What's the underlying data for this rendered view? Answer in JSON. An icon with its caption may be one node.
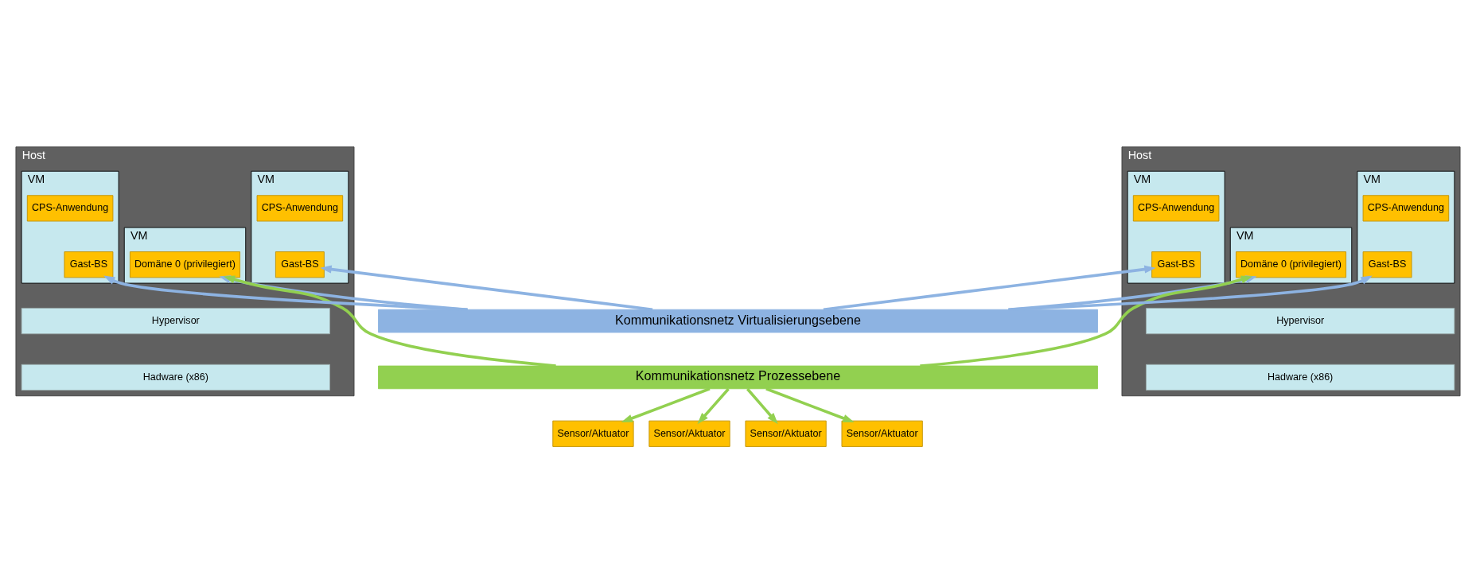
{
  "diagram": {
    "nodes": [
      {
        "text": [
          "Host"
        ]
      },
      {
        "text": [
          "VM"
        ],
        "in": 0
      },
      {
        "text": [
          "Domäne 0 (privilegiert)"
        ],
        "in": 1
      },
      {
        "text": [
          "VM"
        ],
        "in": 0
      },
      {
        "text": [
          "CPS-Anwendung"
        ],
        "in": 3
      },
      {
        "text": [
          "Gast-BS"
        ],
        "in": 3
      },
      {
        "text": [
          "VM"
        ],
        "in": 0
      },
      {
        "text": [
          "CPS-Anwendung"
        ],
        "in": 6
      },
      {
        "text": [
          "Gast-BS"
        ],
        "in": 6
      },
      {
        "text": [
          "Hypervisor"
        ],
        "in": 0
      },
      {
        "text": [
          "Hadware (x86)"
        ],
        "in": 0
      },
      {
        "text": [
          "Host"
        ]
      },
      {
        "text": [
          "VM"
        ],
        "in": 11
      },
      {
        "text": [
          "Domäne 0 (privilegiert)"
        ],
        "in": 12
      },
      {
        "text": [
          "VM"
        ],
        "in": 11
      },
      {
        "text": [
          "CPS-Anwendung"
        ],
        "in": 14
      },
      {
        "text": [
          "Gast-BS"
        ],
        "in": 14
      },
      {
        "text": [
          "VM"
        ],
        "in": 11
      },
      {
        "text": [
          "CPS-Anwendung"
        ],
        "in": 17
      },
      {
        "text": [
          "Gast-BS"
        ],
        "in": 17
      },
      {
        "text": [
          "Hypervisor"
        ],
        "in": 11
      },
      {
        "text": [
          "Hadware (x86)"
        ],
        "in": 11
      },
      {
        "text": [
          "Kommunikationsnetz Virtualisierungsebene"
        ]
      },
      {
        "text": [
          "Kommunikationsnetz Prozessebene"
        ]
      },
      {
        "text": [
          "Sensor/Aktuator"
        ]
      },
      {
        "text": [
          "Sensor/Aktuator"
        ]
      },
      {
        "text": [
          "Sensor/Aktuator"
        ]
      },
      {
        "text": [
          "Sensor/Aktuator"
        ]
      }
    ],
    "edges": [
      {
        "from": 22,
        "to": 2,
        "arrow": "to",
        "color": "#8db3e2"
      },
      {
        "from": 22,
        "to": 5,
        "arrow": "to",
        "color": "#8db3e2"
      },
      {
        "from": 22,
        "to": 8,
        "arrow": "to",
        "color": "#8db3e2"
      },
      {
        "from": 23,
        "to": 2,
        "arrow": "to",
        "color": "#92d050"
      },
      {
        "from": 22,
        "to": 13,
        "arrow": "to",
        "color": "#8db3e2"
      },
      {
        "from": 22,
        "to": 16,
        "arrow": "to",
        "color": "#8db3e2"
      },
      {
        "from": 22,
        "to": 19,
        "arrow": "to",
        "color": "#8db3e2"
      },
      {
        "from": 23,
        "to": 13,
        "arrow": "to",
        "color": "#92d050"
      },
      {
        "from": 23,
        "to": 24,
        "arrow": "to",
        "color": "#92d050"
      },
      {
        "from": 23,
        "to": 25,
        "arrow": "to",
        "color": "#92d050"
      },
      {
        "from": 23,
        "to": 26,
        "arrow": "to",
        "color": "#92d050"
      },
      {
        "from": 23,
        "to": 27,
        "arrow": "to",
        "color": "#92d050"
      }
    ]
  }
}
